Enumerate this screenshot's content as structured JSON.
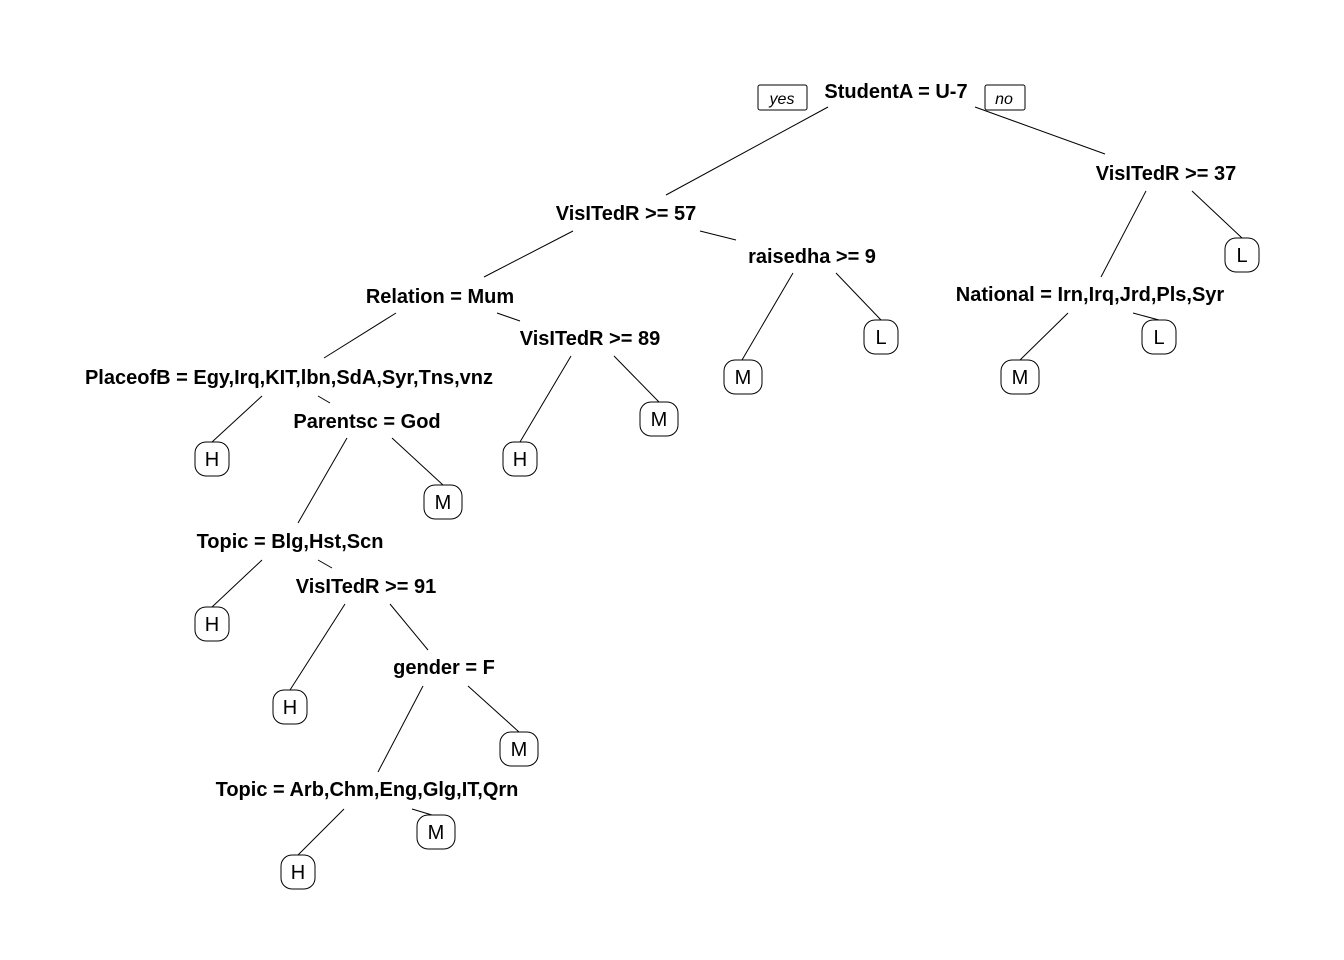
{
  "yes_label": "yes",
  "no_label": "no",
  "splits": {
    "n1": "StudentA = U-7",
    "n2": "VisITedR >= 57",
    "n3": "VisITedR >= 37",
    "n4": "Relation = Mum",
    "n5": "raisedha >= 9",
    "n6": "National = Irn,Irq,Jrd,Pls,Syr",
    "n8": "PlaceofB = Egy,Irq,KIT,lbn,SdA,Syr,Tns,vnz",
    "n9": "VisITedR >= 89",
    "n17": "Parentsc = God",
    "n34": "Topic = Blg,Hst,Scn",
    "n69": "VisITedR >= 91",
    "n139": "gender = F",
    "n278": "Topic = Arb,Chm,Eng,Glg,IT,Qrn"
  },
  "leaves": {
    "l7": "L",
    "l11": "L",
    "l10": "M",
    "l13": "L",
    "l12": "M",
    "l16": "H",
    "l19": "M",
    "l18": "H",
    "l35": "M",
    "l68": "H",
    "l138": "H",
    "l279": "M",
    "l557": "M",
    "l556": "H"
  }
}
